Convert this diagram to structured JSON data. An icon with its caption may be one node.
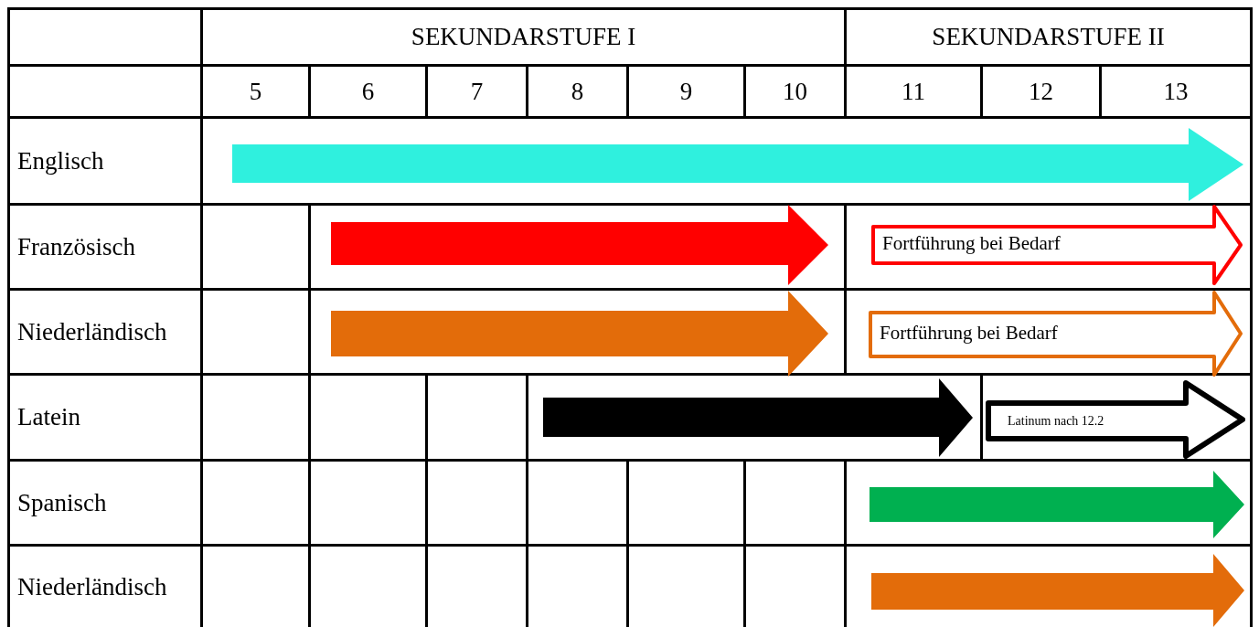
{
  "diagram": {
    "nodes": [
      {
        "text": [],
        "shape": "arrow"
      },
      {
        "text": [],
        "shape": "arrow"
      },
      {
        "text": [
          "Fortführung bei Bedarf"
        ]
      },
      {
        "text": [],
        "shape": "arrow"
      },
      {
        "text": [
          "Fortführung bei Bedarf"
        ]
      },
      {
        "text": [],
        "shape": "arrow"
      },
      {
        "text": [
          "Latinum nach 12.2"
        ]
      },
      {
        "text": [],
        "shape": "arrow"
      },
      {
        "text": [],
        "shape": "arrow"
      }
    ],
    "labels": [
      "SEKUNDARSTUFE I",
      "SEKUNDARSTUFE II",
      "5",
      "6",
      "7",
      "8",
      "9",
      "10",
      "11",
      "12",
      "13",
      "Englisch",
      "Französisch",
      "Niederländisch",
      "Latein",
      "Spanisch",
      "Niederländisch"
    ]
  }
}
